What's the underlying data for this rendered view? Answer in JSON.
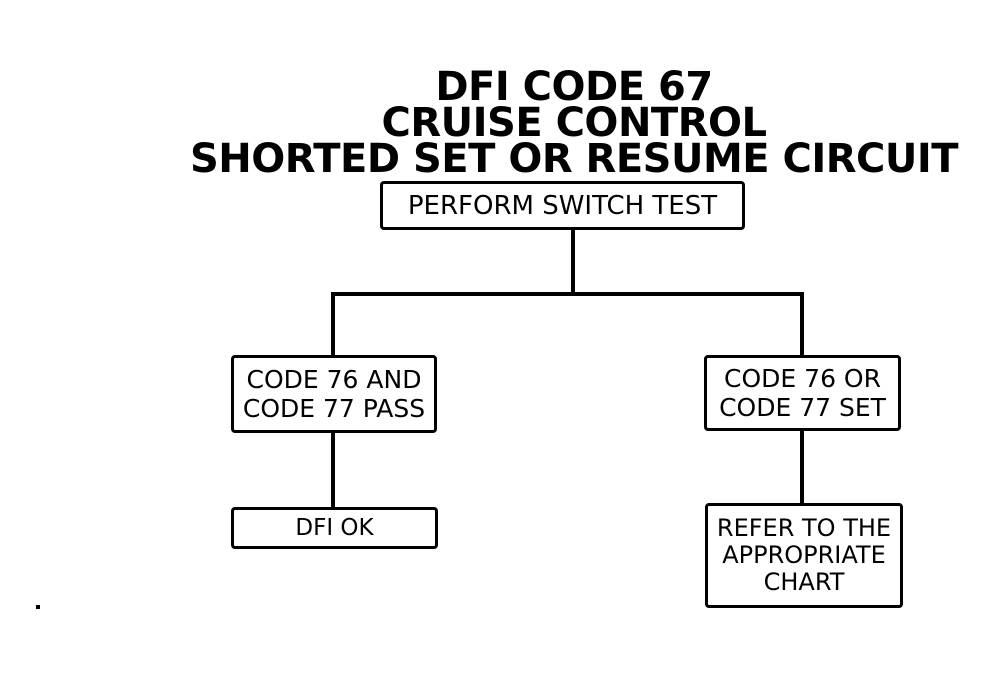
{
  "page": {
    "background_color": "#ffffff",
    "ink_color": "#000000"
  },
  "title": {
    "line1": "DFI CODE 67",
    "line2": "CRUISE CONTROL",
    "line3": "SHORTED SET OR RESUME CIRCUIT"
  },
  "flowchart": {
    "nodes": [
      {
        "id": "perform-switch-test",
        "lines": [
          "PERFORM SWITCH TEST"
        ]
      },
      {
        "id": "code-76-and-77-pass",
        "lines": [
          "CODE 76 AND",
          "CODE 77 PASS"
        ]
      },
      {
        "id": "code-76-or-77-set",
        "lines": [
          "CODE 76 OR",
          "CODE 77 SET"
        ]
      },
      {
        "id": "dfi-ok",
        "lines": [
          "DFI OK"
        ]
      },
      {
        "id": "refer-to-chart",
        "lines": [
          "REFER TO THE",
          "APPROPRIATE",
          "CHART"
        ]
      }
    ],
    "edges": [
      {
        "from": "perform-switch-test",
        "to": "code-76-and-77-pass"
      },
      {
        "from": "perform-switch-test",
        "to": "code-76-or-77-set"
      },
      {
        "from": "code-76-and-77-pass",
        "to": "dfi-ok"
      },
      {
        "from": "code-76-or-77-set",
        "to": "refer-to-chart"
      }
    ]
  }
}
